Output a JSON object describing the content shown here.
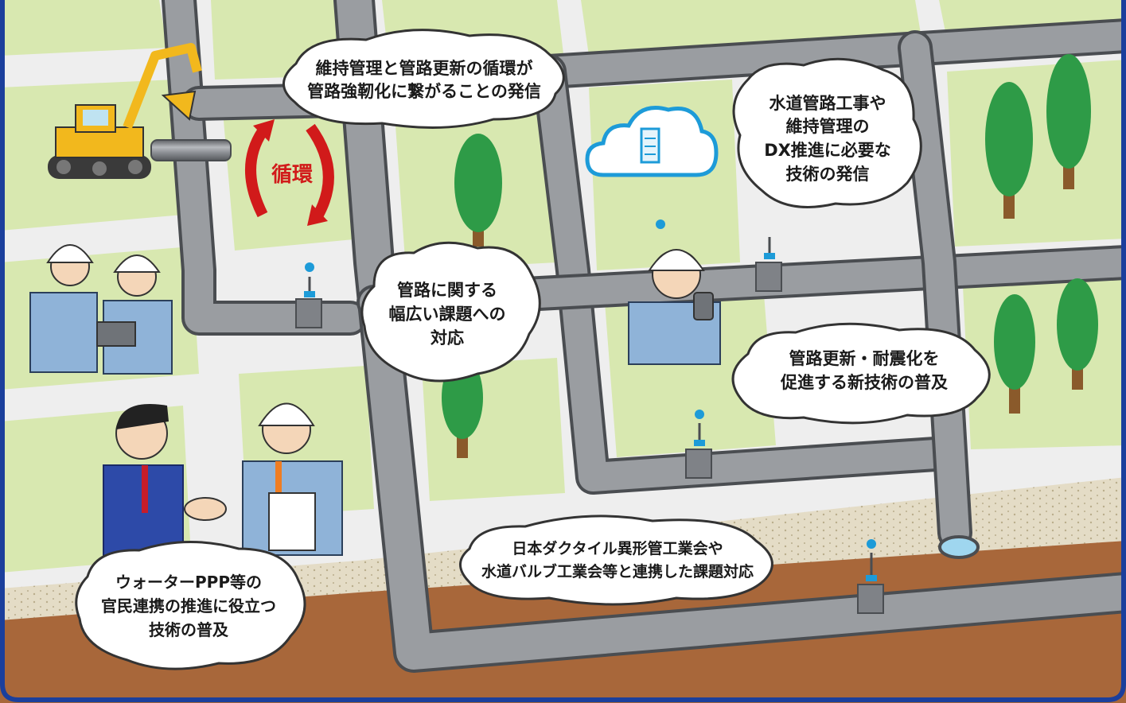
{
  "cycle_label": "循環",
  "bubbles": [
    {
      "id": "maintenance",
      "lines": [
        "維持管理と管路更新の循環が",
        "管路強靭化に繋がることの発信"
      ]
    },
    {
      "id": "dx",
      "lines": [
        "水道管路工事や",
        "維持管理の",
        "DX推進に必要な",
        "技術の発信"
      ]
    },
    {
      "id": "issues",
      "lines": [
        "管路に関する",
        "幅広い課題への",
        "対応"
      ]
    },
    {
      "id": "renewal",
      "lines": [
        "管路更新・耐震化を",
        "促進する新技術の普及"
      ]
    },
    {
      "id": "cooperation",
      "lines": [
        "日本ダクタイル異形管工業会や",
        "水道バルブ工業会等と連携した課題対応"
      ]
    },
    {
      "id": "ppp",
      "lines": [
        "ウォーターPPP等の",
        "官民連携の推進に役立つ",
        "技術の普及"
      ]
    }
  ],
  "colors": {
    "frame": "#1b3f9c",
    "grass": "#d8e8b0",
    "road": "#eeeeee",
    "soil": "#a8673a",
    "gravel": "#e4dcc6",
    "pipe": "#8e9196",
    "cycle": "#d11a1a",
    "cloud_outline": "#1d9bd8",
    "tree": "#2e9b47",
    "trunk": "#8a5a2b"
  }
}
